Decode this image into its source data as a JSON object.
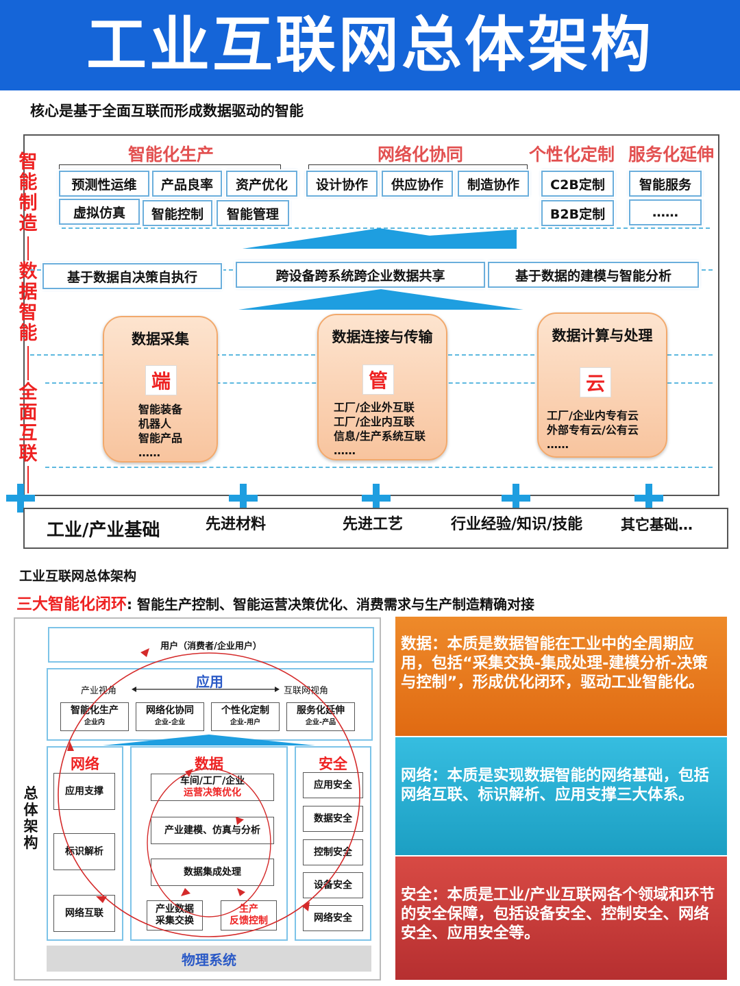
{
  "title": "工业互联网总体架构",
  "subtitle": "核心是基于全面互联而形成数据驱动的智能",
  "side_labels": {
    "smart_manufacturing": [
      "智",
      "能",
      "制",
      "造"
    ],
    "data_intelligence": [
      "数",
      "据",
      "智",
      "能"
    ],
    "full_interconnect": [
      "全",
      "面",
      "互",
      "联"
    ]
  },
  "groups": {
    "smart_production": "智能化生产",
    "network_collab": "网络化协同",
    "personalization": "个性化定制",
    "service_ext": "服务化延伸"
  },
  "application_boxes": {
    "predictive_maintenance": "预测性运维",
    "product_yield": "产品良率",
    "asset_optimization": "资产优化",
    "virtual_simulation": "虚拟仿真",
    "smart_control": "智能控制",
    "smart_management": "智能管理",
    "design_collab": "设计协作",
    "supply_collab": "供应协作",
    "manufacturing_collab": "制造协作",
    "c2b": "C2B定制",
    "b2b": "B2B定制",
    "smart_service": "智能服务",
    "more": "……"
  },
  "data_layer": {
    "self_decision": "基于数据自决策自执行",
    "data_sharing": "跨设备跨系统跨企业数据共享",
    "modeling": "基于数据的建模与智能分析"
  },
  "pillars": [
    {
      "title": "数据采集",
      "icon": "端",
      "items": "智能装备\n机器人\n智能产品\n……"
    },
    {
      "title": "数据连接与传输",
      "icon": "管",
      "items": "工厂/企业外互联\n工厂/企业内互联\n信息/生产系统互联\n……"
    },
    {
      "title": "数据计算与处理",
      "icon": "云",
      "items": "工厂/企业内专有云\n外部专有云/公有云\n……"
    }
  ],
  "foundation": {
    "label": "工业/产业基础",
    "materials": "先进材料",
    "process": "先进工艺",
    "experience": "行业经验/知识/技能",
    "others": "其它基础…"
  },
  "section2": {
    "caption": "工业互联网总体架构",
    "headline_red": "三大智能化闭环",
    "headline_rest": ": 智能生产控制、智能运营决策优化、消费需求与生产制造精确对接",
    "vertical_label": [
      "总",
      "体",
      "架",
      "构"
    ],
    "user": "用户（消费者/企业用户）",
    "app_title": "应用",
    "industry_view": "产业视角",
    "internet_view": "互联网视角",
    "app_boxes": [
      {
        "name": "智能化生产",
        "sub": "企业内"
      },
      {
        "name": "网络化协同",
        "sub": "企业-企业"
      },
      {
        "name": "个性化定制",
        "sub": "企业-用户"
      },
      {
        "name": "服务化延伸",
        "sub": "企业-产品"
      }
    ],
    "network_title": "网络",
    "network_items": [
      "应用支撑",
      "标识解析",
      "网络互联"
    ],
    "data_title": "数据",
    "data_top_line1": "车间/工厂/企业",
    "data_top_line2": "运营决策优化",
    "data_modeling": "产业建模、仿真与分析",
    "data_integration": "数据集成处理",
    "data_collect_line1": "产业数据",
    "data_collect_line2": "采集交换",
    "data_feedback_line1": "生产",
    "data_feedback_line2": "反馈控制",
    "security_title": "安全",
    "security_items": [
      "应用安全",
      "数据安全",
      "控制安全",
      "设备安全",
      "网络安全"
    ],
    "physical": "物理系统"
  },
  "panels": {
    "data_text": "数据：本质是数据智能在工业中的全周期应用，包括“采集交换-集成处理-建模分析-决策与控制”，形成优化闭环，驱动工业智能化。",
    "network_text": "网络：本质是实现数据智能的网络基础，包括网络互联、标识解析、应用支撑三大体系。",
    "security_text": "安全：本质是工业/产业互联网各个领域和环节的安全保障，包括设备安全、控制安全、网络安全、应用安全等。"
  },
  "colors": {
    "banner": "#1565d8",
    "accent_red": "#e22222",
    "accent_blue": "#1e9ee0",
    "pill_orange": "#f8c49e",
    "panel_orange": "#e8791c",
    "panel_teal": "#2ab0d3",
    "panel_red": "#c8393a"
  }
}
